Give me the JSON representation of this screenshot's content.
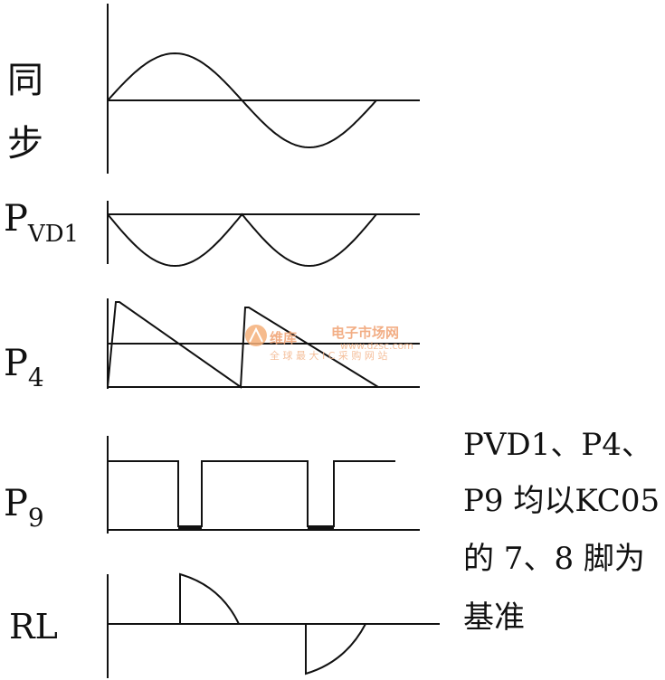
{
  "labels": {
    "sync_line1": "同",
    "sync_line2": "步",
    "pvd1_main": "P",
    "pvd1_sub": "VD1",
    "p4_main": "P",
    "p4_sub": "4",
    "p9_main": "P",
    "p9_sub": "9",
    "rl": "RL"
  },
  "note": {
    "line1": "PVD1、P4、",
    "line2": "P9 均以KC05",
    "line3": "的 7、8 脚为",
    "line4": "基准"
  },
  "watermark": {
    "brand": "维库",
    "title": "电子市场网",
    "url": "www.dzsc.com",
    "slogan": "全 球 最 大 I C 采 购 网 站"
  }
}
